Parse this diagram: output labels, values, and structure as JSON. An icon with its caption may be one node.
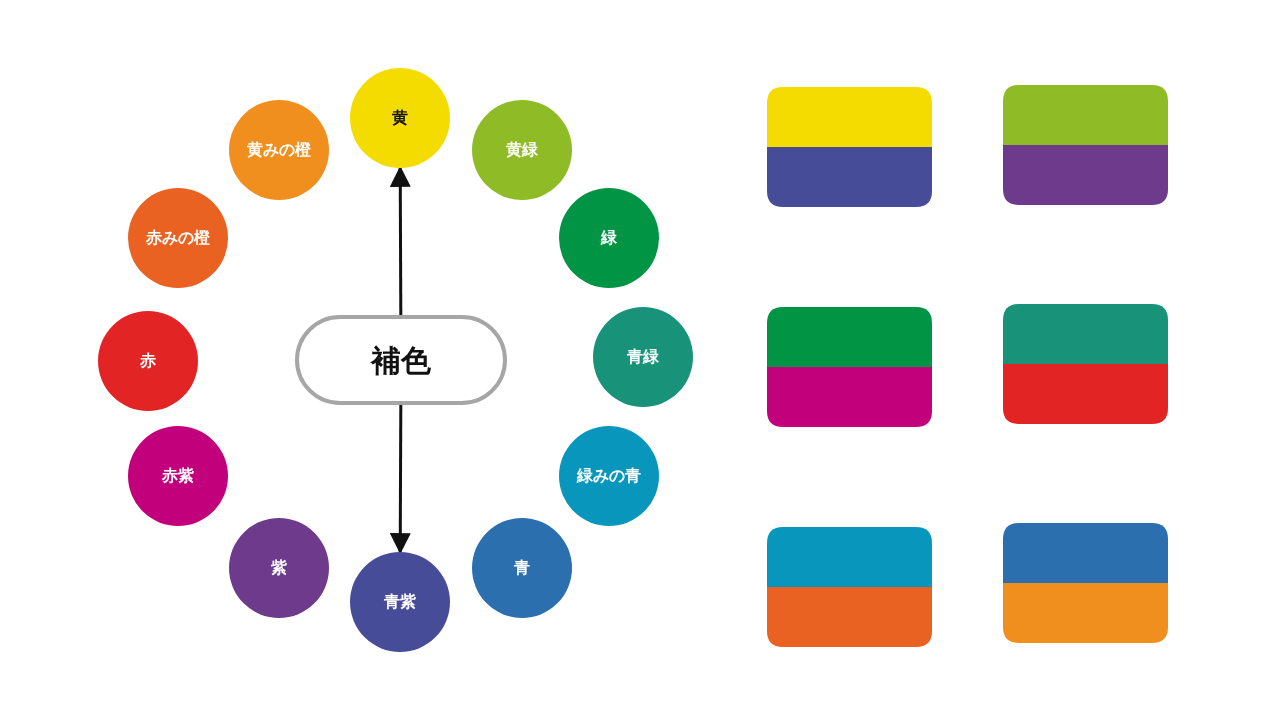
{
  "diagram": {
    "nodes": [
      {
        "text": [
          "黄"
        ]
      },
      {
        "text": [
          "黄緑"
        ]
      },
      {
        "text": [
          "緑"
        ]
      },
      {
        "text": [
          "青緑"
        ]
      },
      {
        "text": [
          "緑みの青"
        ]
      },
      {
        "text": [
          "青"
        ]
      },
      {
        "text": [
          "青紫"
        ]
      },
      {
        "text": [
          "紫"
        ]
      },
      {
        "text": [
          "赤紫"
        ]
      },
      {
        "text": [
          "赤"
        ]
      },
      {
        "text": [
          "赤みの橙"
        ]
      },
      {
        "text": [
          "黄みの橙"
        ]
      },
      {
        "text": [
          "補色"
        ]
      }
    ],
    "edges": [
      {
        "from": 12,
        "to": 0,
        "arrow": "to"
      },
      {
        "from": 12,
        "to": 6,
        "arrow": "to"
      }
    ]
  }
}
